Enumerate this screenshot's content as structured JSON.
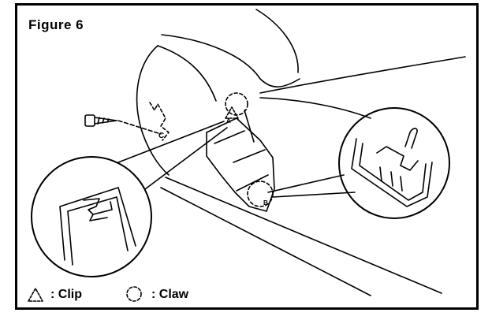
{
  "figure": {
    "title": "Figure 6"
  },
  "legend": {
    "clip": {
      "symbol": "dashed-triangle",
      "label": ": Clip"
    },
    "claw": {
      "symbol": "dashed-circle",
      "label": ": Claw"
    }
  },
  "callouts": {
    "c_label": "C",
    "a_label": "A",
    "b_label": "B"
  },
  "colors": {
    "ink": "#000000",
    "paper": "#ffffff"
  }
}
